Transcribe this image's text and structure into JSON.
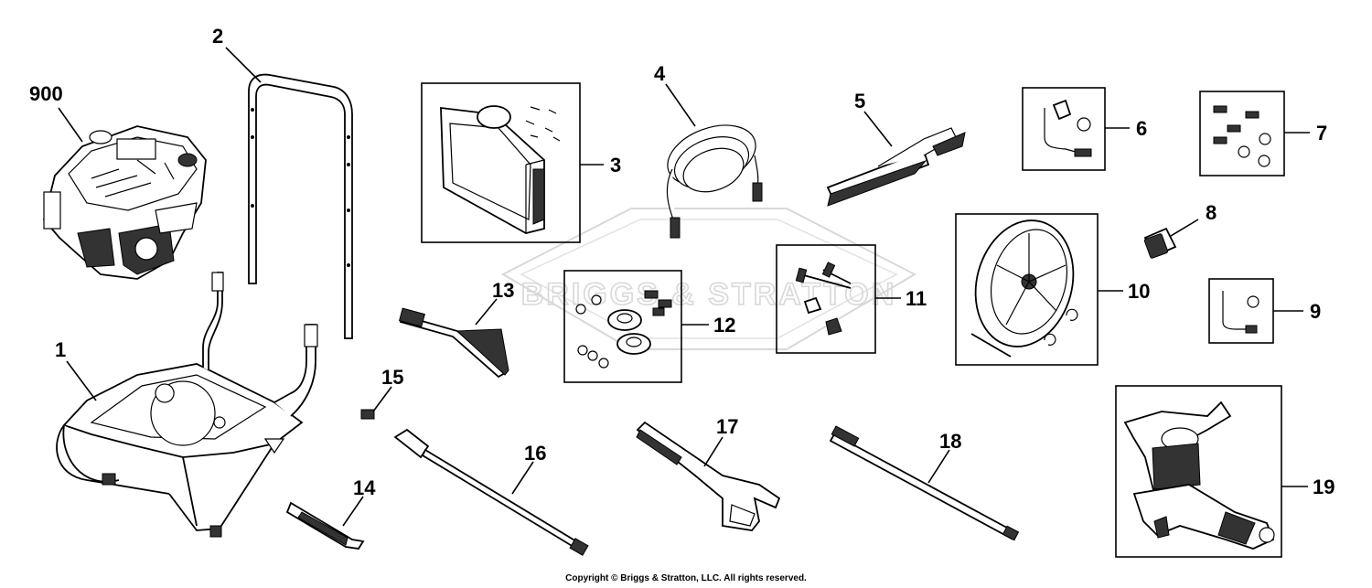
{
  "callouts": {
    "c900": "900",
    "c1": "1",
    "c2": "2",
    "c3": "3",
    "c4": "4",
    "c5": "5",
    "c6": "6",
    "c7": "7",
    "c8": "8",
    "c9": "9",
    "c10": "10",
    "c11": "11",
    "c12": "12",
    "c13": "13",
    "c14": "14",
    "c15": "15",
    "c16": "16",
    "c17": "17",
    "c18": "18",
    "c19": "19"
  },
  "watermark": "BRIGGS & STRATTON",
  "copyright": "Copyright © Briggs & Stratton, LLC. All rights reserved."
}
